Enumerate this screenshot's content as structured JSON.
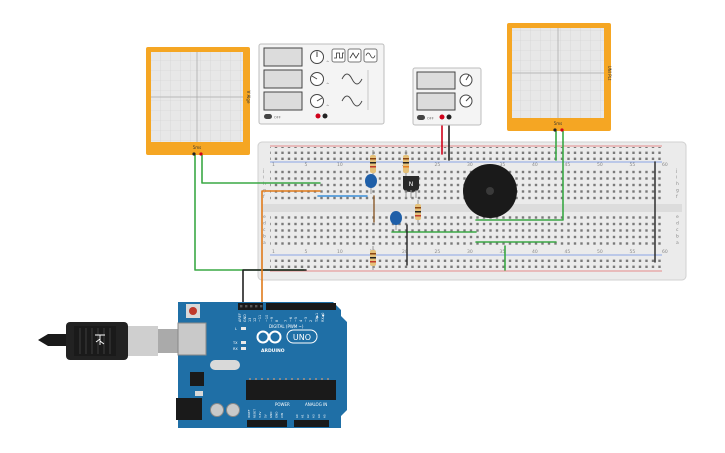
{
  "oscilloscope_left": {
    "side_label": "V Alge",
    "bottom_label": "5ms"
  },
  "oscilloscope_right": {
    "side_label": "UNI PLt",
    "bottom_label": "5ms"
  },
  "function_generator": {
    "knob_marks": [
      "^",
      "^",
      "^"
    ],
    "off_label": "OFF"
  },
  "power_supply": {
    "off_label": "OFF"
  },
  "transistor": {
    "label": "N"
  },
  "breadboard": {
    "col_numbers": [
      "1",
      "5",
      "10",
      "15",
      "20",
      "25",
      "30",
      "35",
      "40",
      "45",
      "50",
      "55",
      "60"
    ],
    "row_letters": [
      "j",
      "i",
      "h",
      "g",
      "f",
      "e",
      "d",
      "c",
      "b",
      "a"
    ]
  },
  "arduino": {
    "digital_label": "DIGITAL (PWM ~)",
    "aref": "AREF",
    "gnd": "GND",
    "pin_13": "13",
    "pin_12": "12",
    "pin_11": "~11",
    "pin_10": "~10",
    "pin_9": "~9",
    "pin_8": "8",
    "pin_7": "7",
    "pin_6": "~6",
    "pin_5": "~5",
    "pin_4": "4",
    "pin_3": "~3",
    "pin_2": "2",
    "tx": "TX▶1",
    "rx": "RX◀0",
    "l_led": "L",
    "tx_led": "TX",
    "rx_led": "RX",
    "brand": "ARDUINO",
    "model": "UNO",
    "power_label": "POWER",
    "analog_label": "ANALOG IN",
    "power_pins": [
      "IOREF",
      "RESET",
      "3.3V",
      "5V",
      "GND",
      "GND",
      "VIN"
    ],
    "analog_pins": [
      "A0",
      "A1",
      "A2",
      "A3",
      "A4",
      "A5"
    ]
  },
  "colors": {
    "scope_frame": "#f5a623",
    "scope_screen": "#e8e8e8",
    "arduino_board": "#1f6fa6",
    "breadboard": "#ededed",
    "wire_green": "#3aa845",
    "wire_black": "#222222",
    "wire_orange": "#e07b1b",
    "wire_blue": "#3b8ed8",
    "wire_red": "#d0021b",
    "capacitor": "#1f5fa8",
    "buzzer": "#1a1a1a"
  }
}
